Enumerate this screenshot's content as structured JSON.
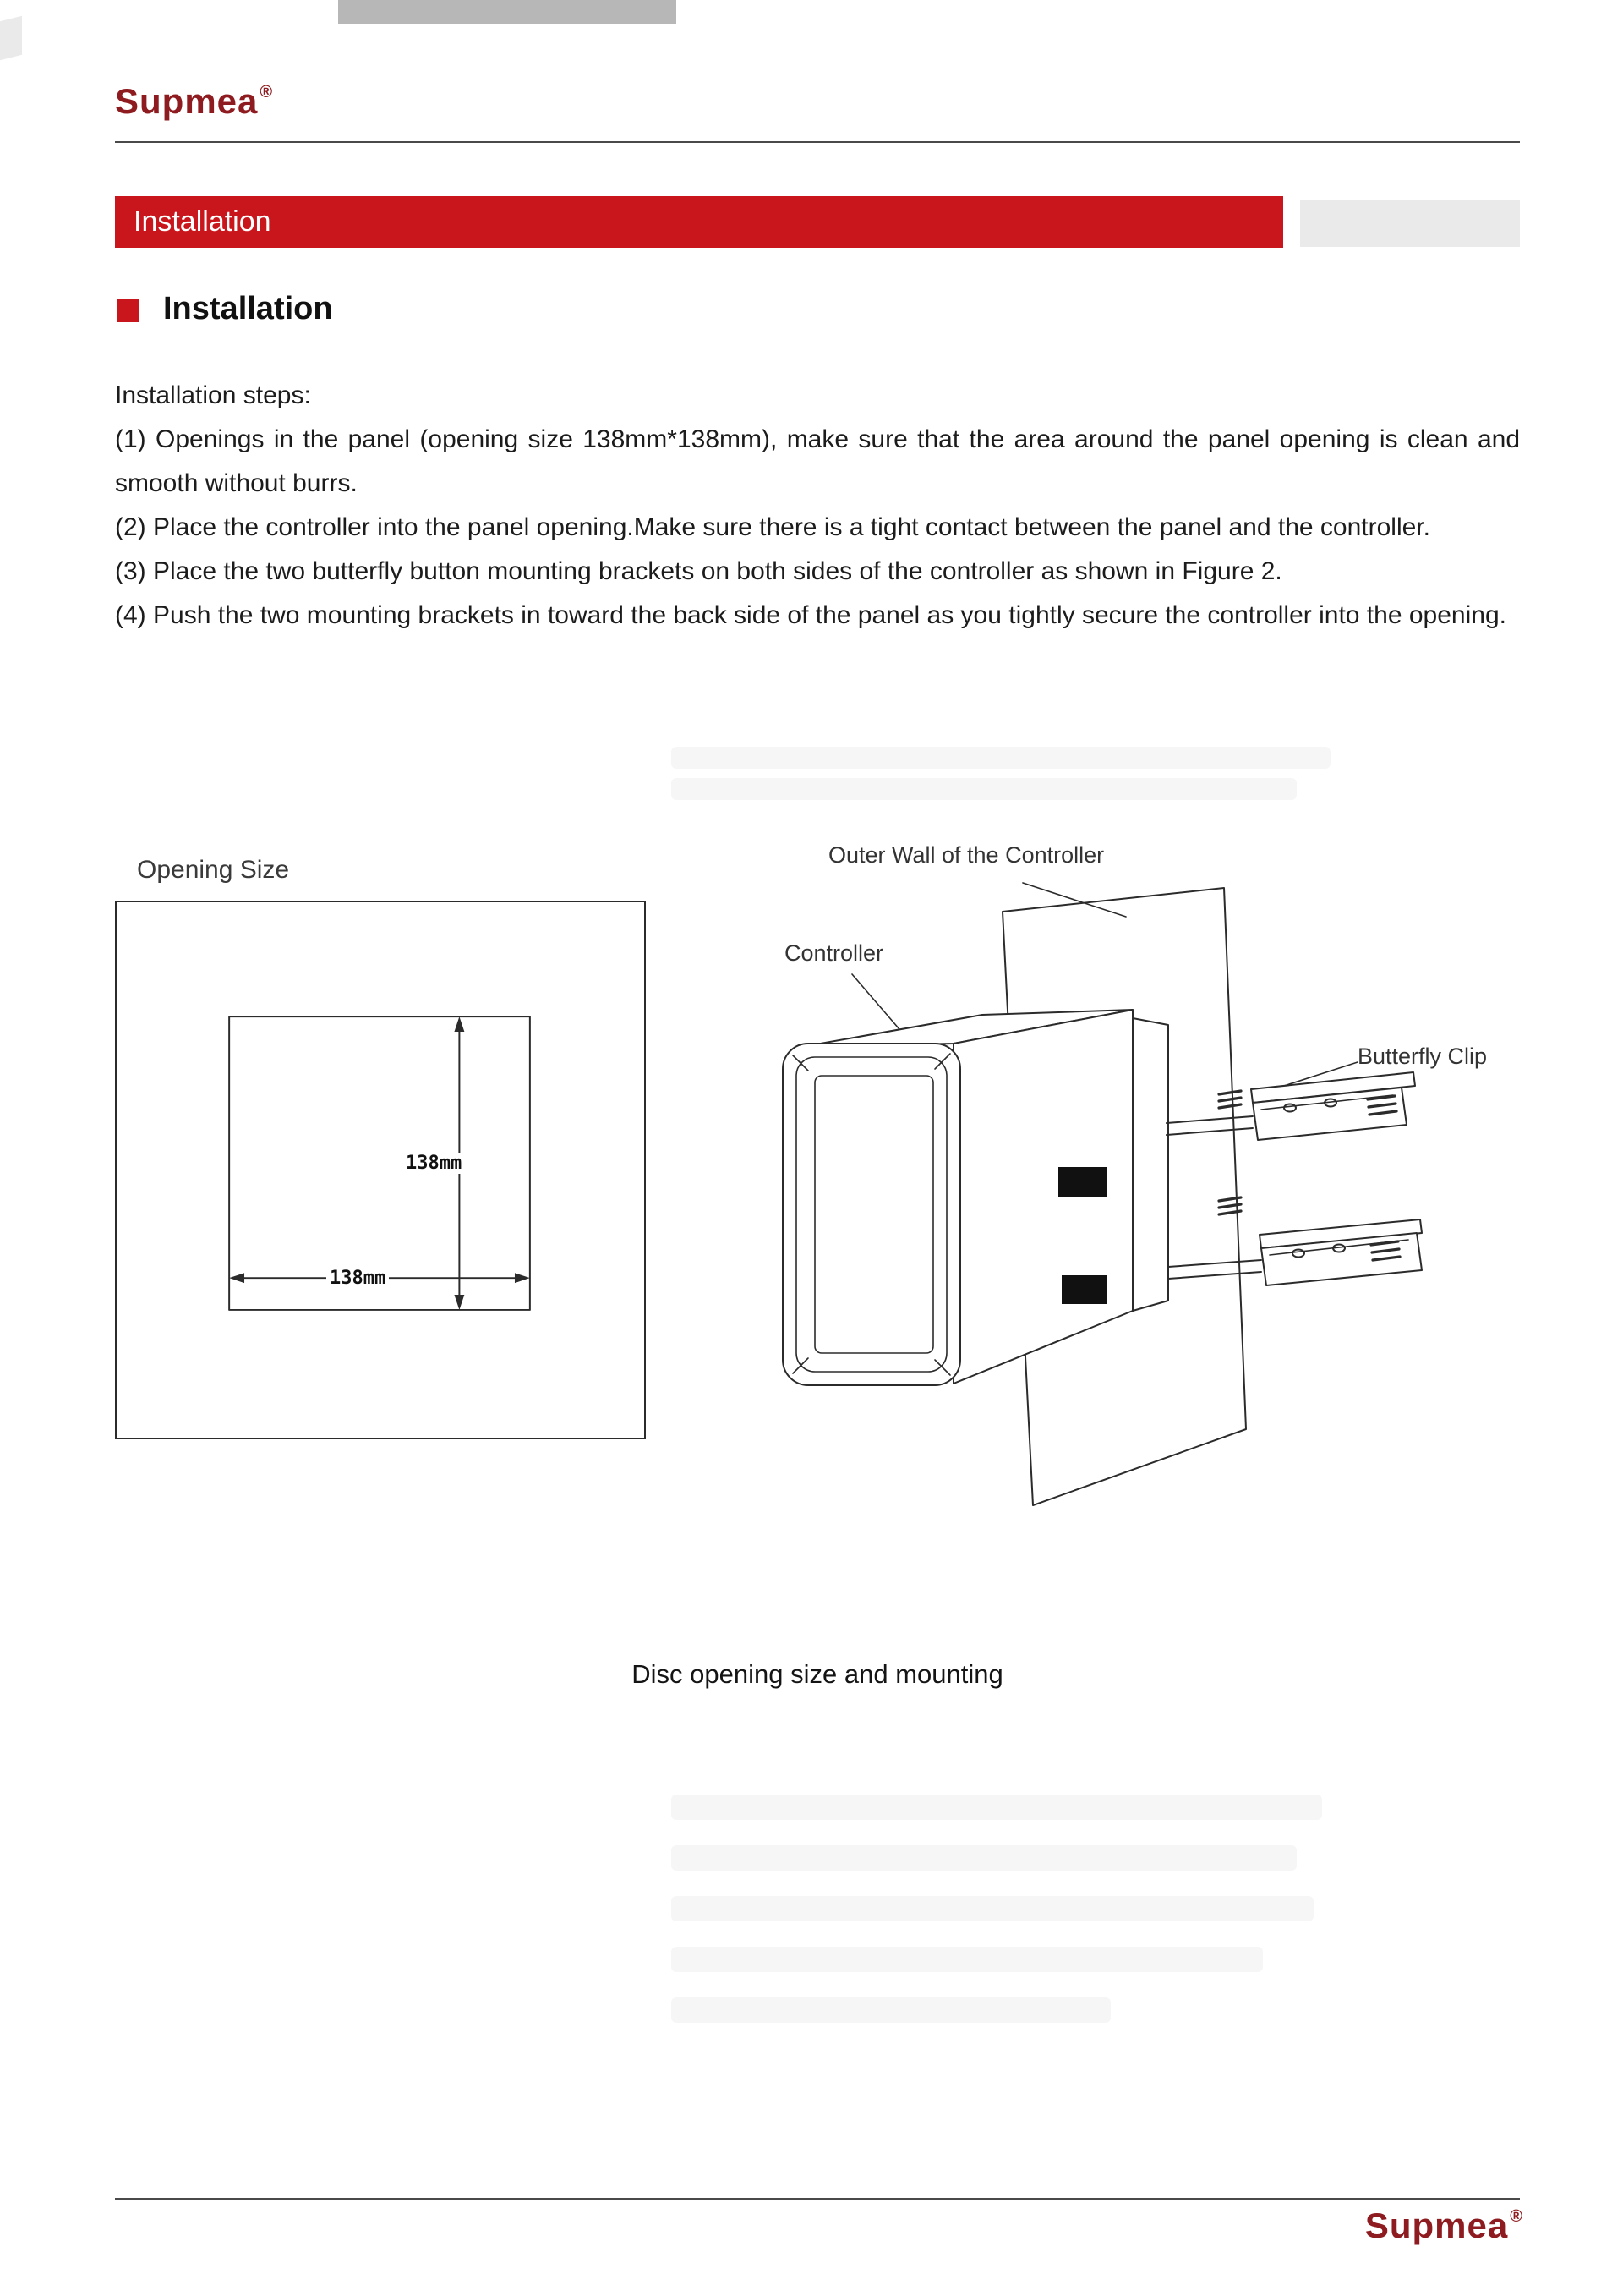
{
  "header": {
    "logo_text": "Supmea",
    "logo_reg": "®"
  },
  "banner": {
    "label": "Installation"
  },
  "section_heading": {
    "label": "Installation"
  },
  "steps_intro": "Installation steps:",
  "steps": [
    "(1) Openings in the panel (opening size 138mm*138mm), make sure that the area around the panel opening is clean and smooth without burrs.",
    "(2) Place the controller into the panel opening.Make sure there is a tight contact between the panel and the controller.",
    "(3) Place the two butterfly button mounting brackets on both sides of the controller as shown in Figure 2.",
    "(4) Push the two mounting brackets in toward the back side of the panel as you tightly secure the controller into the opening."
  ],
  "figure": {
    "opening_size_title": "Opening Size",
    "vertical_dim": "138mm",
    "horizontal_dim": "138mm",
    "labels": {
      "outer_wall": "Outer Wall of the Controller",
      "controller": "Controller",
      "butterfly_clip": "Butterfly Clip"
    },
    "caption": "Disc opening size and mounting"
  },
  "footer": {
    "logo_text": "Supmea",
    "logo_reg": "®"
  },
  "colors": {
    "brand_red": "#8e1b1f",
    "banner_red": "#c9161d",
    "banner_tab_gray": "#eaeaea"
  }
}
